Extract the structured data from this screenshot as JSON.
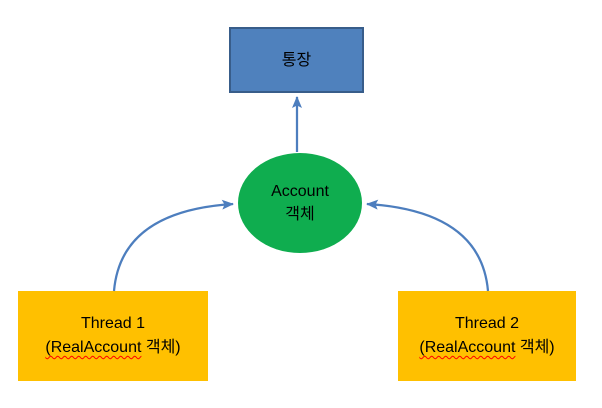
{
  "diagram": {
    "colors": {
      "canvas_bg": "#ffffff",
      "box_blue_fill": "#4f81bd",
      "box_blue_border": "#385d8a",
      "ellipse_green_fill": "#0fad4f",
      "box_orange_fill": "#ffc000",
      "arrow_blue": "#4d7ebe",
      "text_color": "#000000",
      "squiggle_color": "#ff0000"
    },
    "nodes": {
      "bankbook": {
        "label": "통장"
      },
      "account": {
        "line1": "Account",
        "line2": "객체"
      },
      "thread1": {
        "line1": "Thread 1",
        "line2_misspelled": "(RealAccount",
        "line2_rest": "객체)"
      },
      "thread2": {
        "line1": "Thread 2",
        "line2_misspelled": "(RealAccount",
        "line2_rest": "객체)"
      }
    },
    "edges": [
      {
        "from": "thread1",
        "to": "account"
      },
      {
        "from": "thread2",
        "to": "account"
      },
      {
        "from": "account",
        "to": "bankbook"
      }
    ]
  }
}
